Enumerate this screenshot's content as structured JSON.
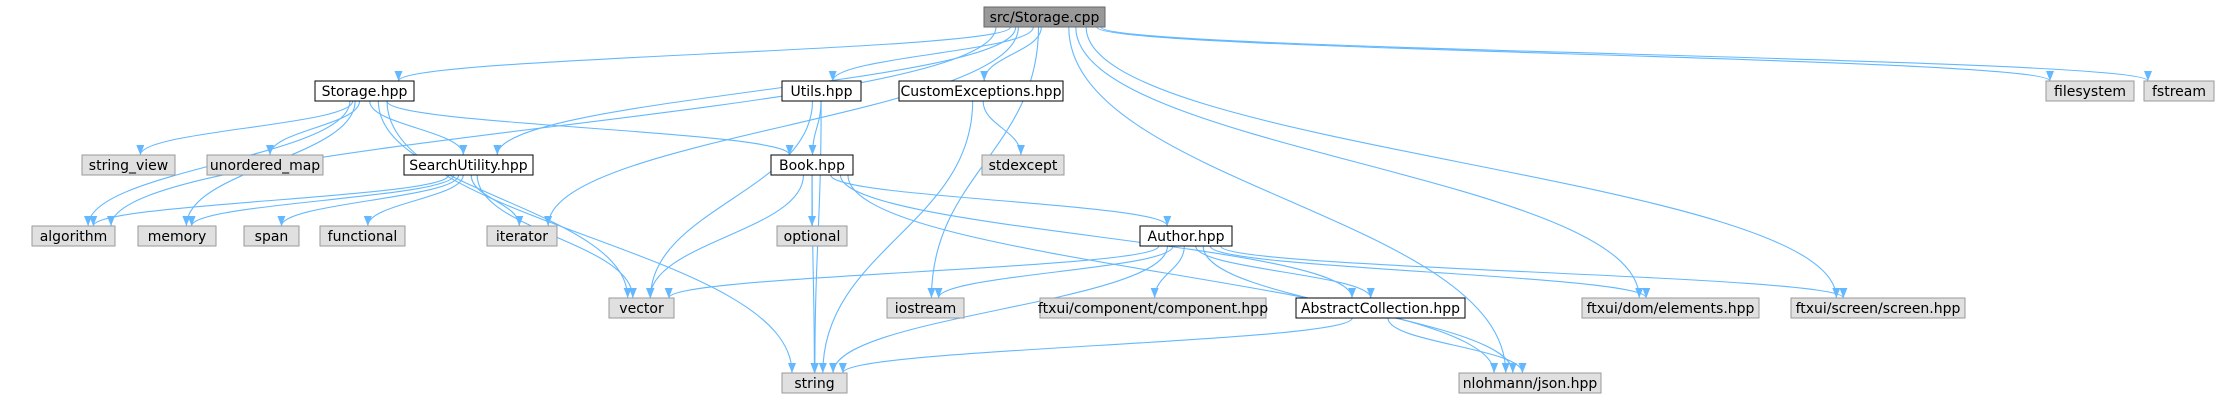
{
  "graph": {
    "colors": {
      "edge": "#63b8ff",
      "root_fill": "#999999",
      "local_fill": "#ffffff",
      "system_fill": "#e0e0e0",
      "local_border": "#000000",
      "system_border": "#999999"
    },
    "nodes": [
      {
        "id": "storage_cpp",
        "label": "src/Storage.cpp",
        "kind": "root"
      },
      {
        "id": "storage_hpp",
        "label": "Storage.hpp",
        "kind": "local"
      },
      {
        "id": "utils_hpp",
        "label": "Utils.hpp",
        "kind": "local"
      },
      {
        "id": "custom_exceptions_hpp",
        "label": "CustomExceptions.hpp",
        "kind": "local"
      },
      {
        "id": "filesystem",
        "label": "filesystem",
        "kind": "system"
      },
      {
        "id": "fstream",
        "label": "fstream",
        "kind": "system"
      },
      {
        "id": "string_view",
        "label": "string_view",
        "kind": "system"
      },
      {
        "id": "unordered_map",
        "label": "unordered_map",
        "kind": "system"
      },
      {
        "id": "search_utility_hpp",
        "label": "SearchUtility.hpp",
        "kind": "local"
      },
      {
        "id": "book_hpp",
        "label": "Book.hpp",
        "kind": "local"
      },
      {
        "id": "stdexcept",
        "label": "stdexcept",
        "kind": "system"
      },
      {
        "id": "algorithm",
        "label": "algorithm",
        "kind": "system"
      },
      {
        "id": "memory",
        "label": "memory",
        "kind": "system"
      },
      {
        "id": "span",
        "label": "span",
        "kind": "system"
      },
      {
        "id": "functional",
        "label": "functional",
        "kind": "system"
      },
      {
        "id": "iterator",
        "label": "iterator",
        "kind": "system"
      },
      {
        "id": "optional",
        "label": "optional",
        "kind": "system"
      },
      {
        "id": "author_hpp",
        "label": "Author.hpp",
        "kind": "local"
      },
      {
        "id": "vector",
        "label": "vector",
        "kind": "system"
      },
      {
        "id": "iostream",
        "label": "iostream",
        "kind": "system"
      },
      {
        "id": "ftxui_component",
        "label": "ftxui/component/component.hpp",
        "kind": "system"
      },
      {
        "id": "abstract_collection_hpp",
        "label": "AbstractCollection.hpp",
        "kind": "local"
      },
      {
        "id": "ftxui_elements",
        "label": "ftxui/dom/elements.hpp",
        "kind": "system"
      },
      {
        "id": "ftxui_screen",
        "label": "ftxui/screen/screen.hpp",
        "kind": "system"
      },
      {
        "id": "string",
        "label": "string",
        "kind": "system"
      },
      {
        "id": "nlohmann_json",
        "label": "nlohmann/json.hpp",
        "kind": "system"
      }
    ],
    "edges": [
      [
        "storage_cpp",
        "storage_hpp"
      ],
      [
        "storage_cpp",
        "algorithm"
      ],
      [
        "storage_cpp",
        "search_utility_hpp"
      ],
      [
        "storage_cpp",
        "iterator"
      ],
      [
        "storage_cpp",
        "utils_hpp"
      ],
      [
        "storage_cpp",
        "custom_exceptions_hpp"
      ],
      [
        "storage_cpp",
        "iostream"
      ],
      [
        "storage_cpp",
        "ftxui_elements"
      ],
      [
        "storage_cpp",
        "ftxui_screen"
      ],
      [
        "storage_cpp",
        "nlohmann_json"
      ],
      [
        "storage_cpp",
        "filesystem"
      ],
      [
        "storage_cpp",
        "fstream"
      ],
      [
        "storage_hpp",
        "string_view"
      ],
      [
        "storage_hpp",
        "unordered_map"
      ],
      [
        "storage_hpp",
        "search_utility_hpp"
      ],
      [
        "storage_hpp",
        "book_hpp"
      ],
      [
        "storage_hpp",
        "algorithm"
      ],
      [
        "storage_hpp",
        "memory"
      ],
      [
        "storage_hpp",
        "vector"
      ],
      [
        "storage_hpp",
        "string"
      ],
      [
        "search_utility_hpp",
        "algorithm"
      ],
      [
        "search_utility_hpp",
        "memory"
      ],
      [
        "search_utility_hpp",
        "span"
      ],
      [
        "search_utility_hpp",
        "functional"
      ],
      [
        "search_utility_hpp",
        "iterator"
      ],
      [
        "search_utility_hpp",
        "vector"
      ],
      [
        "utils_hpp",
        "book_hpp"
      ],
      [
        "utils_hpp",
        "vector"
      ],
      [
        "utils_hpp",
        "string"
      ],
      [
        "custom_exceptions_hpp",
        "stdexcept"
      ],
      [
        "custom_exceptions_hpp",
        "string"
      ],
      [
        "book_hpp",
        "optional"
      ],
      [
        "book_hpp",
        "author_hpp"
      ],
      [
        "book_hpp",
        "vector"
      ],
      [
        "book_hpp",
        "string"
      ],
      [
        "book_hpp",
        "abstract_collection_hpp"
      ],
      [
        "book_hpp",
        "nlohmann_json"
      ],
      [
        "author_hpp",
        "vector"
      ],
      [
        "author_hpp",
        "iostream"
      ],
      [
        "author_hpp",
        "ftxui_component"
      ],
      [
        "author_hpp",
        "abstract_collection_hpp"
      ],
      [
        "author_hpp",
        "ftxui_elements"
      ],
      [
        "author_hpp",
        "ftxui_screen"
      ],
      [
        "author_hpp",
        "string"
      ],
      [
        "author_hpp",
        "nlohmann_json"
      ],
      [
        "abstract_collection_hpp",
        "string"
      ],
      [
        "abstract_collection_hpp",
        "nlohmann_json"
      ]
    ]
  }
}
